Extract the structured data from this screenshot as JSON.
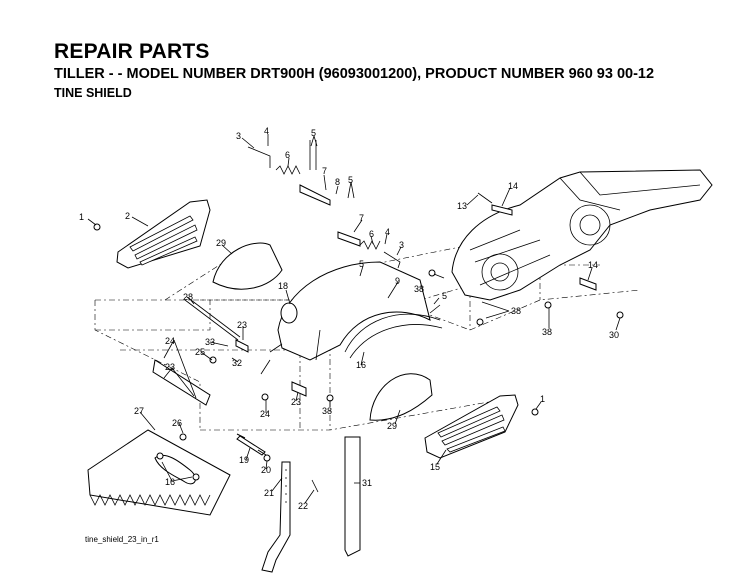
{
  "header": {
    "title": "REPAIR PARTS",
    "subtitle": "TILLER - - MODEL NUMBER DRT900H (96093001200), PRODUCT NUMBER 960 93 00-12",
    "section": "TINE SHIELD"
  },
  "footer": {
    "file_label": "tine_shield_23_in_r1"
  },
  "callouts": [
    {
      "id": "c1a",
      "label": "1"
    },
    {
      "id": "c1b",
      "label": "1"
    },
    {
      "id": "c2",
      "label": "2"
    },
    {
      "id": "c3a",
      "label": "3"
    },
    {
      "id": "c3b",
      "label": "3"
    },
    {
      "id": "c4a",
      "label": "4"
    },
    {
      "id": "c4b",
      "label": "4"
    },
    {
      "id": "c5a",
      "label": "5"
    },
    {
      "id": "c5b",
      "label": "5"
    },
    {
      "id": "c5c",
      "label": "5"
    },
    {
      "id": "c5d",
      "label": "5"
    },
    {
      "id": "c6a",
      "label": "6"
    },
    {
      "id": "c6b",
      "label": "6"
    },
    {
      "id": "c7a",
      "label": "7"
    },
    {
      "id": "c7b",
      "label": "7"
    },
    {
      "id": "c8",
      "label": "8"
    },
    {
      "id": "c9",
      "label": "9"
    },
    {
      "id": "c13",
      "label": "13"
    },
    {
      "id": "c14a",
      "label": "14"
    },
    {
      "id": "c14b",
      "label": "14"
    },
    {
      "id": "c15",
      "label": "15"
    },
    {
      "id": "c16a",
      "label": "16"
    },
    {
      "id": "c16b",
      "label": "16"
    },
    {
      "id": "c18",
      "label": "18"
    },
    {
      "id": "c19",
      "label": "19"
    },
    {
      "id": "c20",
      "label": "20"
    },
    {
      "id": "c21",
      "label": "21"
    },
    {
      "id": "c22",
      "label": "22"
    },
    {
      "id": "c23a",
      "label": "23"
    },
    {
      "id": "c23b",
      "label": "23"
    },
    {
      "id": "c23c",
      "label": "23"
    },
    {
      "id": "c24a",
      "label": "24"
    },
    {
      "id": "c24b",
      "label": "24"
    },
    {
      "id": "c25",
      "label": "25"
    },
    {
      "id": "c26",
      "label": "26"
    },
    {
      "id": "c27",
      "label": "27"
    },
    {
      "id": "c28",
      "label": "28"
    },
    {
      "id": "c29a",
      "label": "29"
    },
    {
      "id": "c29b",
      "label": "29"
    },
    {
      "id": "c30",
      "label": "30"
    },
    {
      "id": "c31",
      "label": "31"
    },
    {
      "id": "c32",
      "label": "32"
    },
    {
      "id": "c33",
      "label": "33"
    },
    {
      "id": "c38a",
      "label": "38"
    },
    {
      "id": "c38b",
      "label": "38"
    },
    {
      "id": "c38c",
      "label": "38"
    },
    {
      "id": "c38d",
      "label": "38"
    }
  ]
}
